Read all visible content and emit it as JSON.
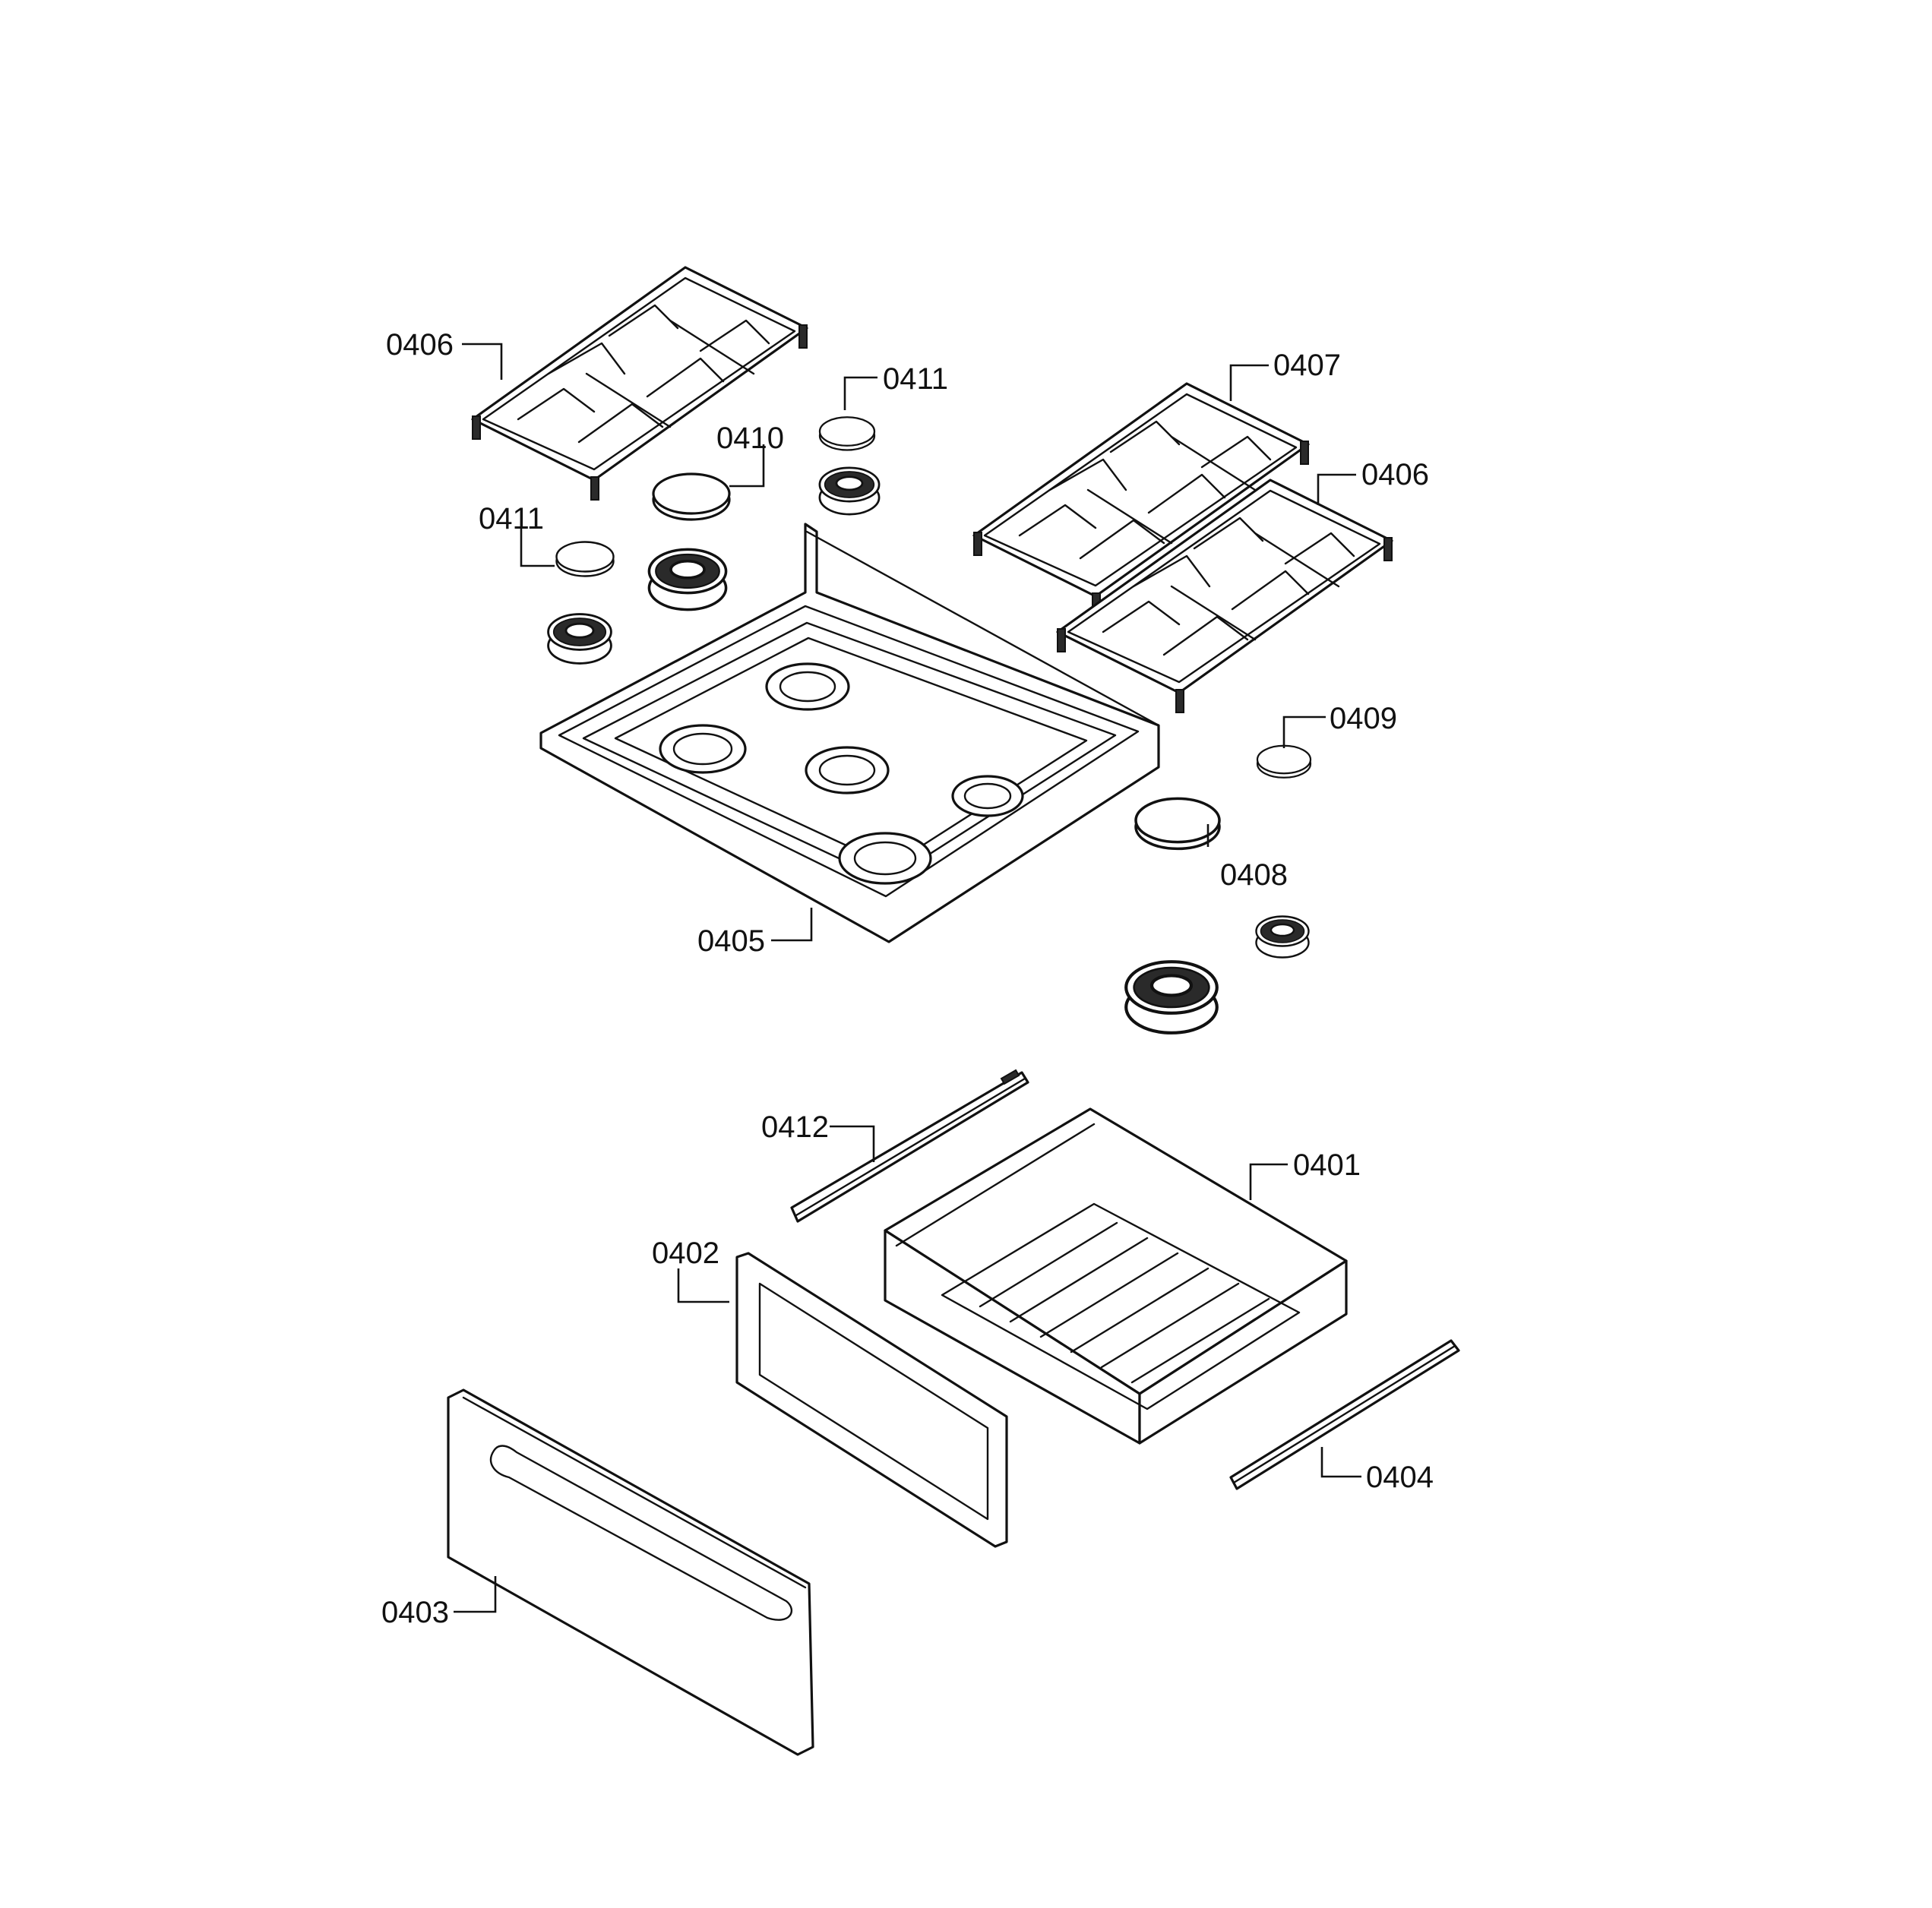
{
  "labels": {
    "grate_left": "0406",
    "grate_right_back": "0407",
    "grate_right_front": "0406",
    "cap_small_top": "0411",
    "cap_large": "0410",
    "cap_small_left": "0411",
    "cooktop": "0405",
    "cap_small_right": "0409",
    "cap_large_right": "0408",
    "rail_left": "0412",
    "drawer_body": "0401",
    "drawer_frame": "0402",
    "drawer_front": "0403",
    "rail_right": "0404"
  },
  "colors": {
    "line": "#111111",
    "background": "#ffffff"
  }
}
